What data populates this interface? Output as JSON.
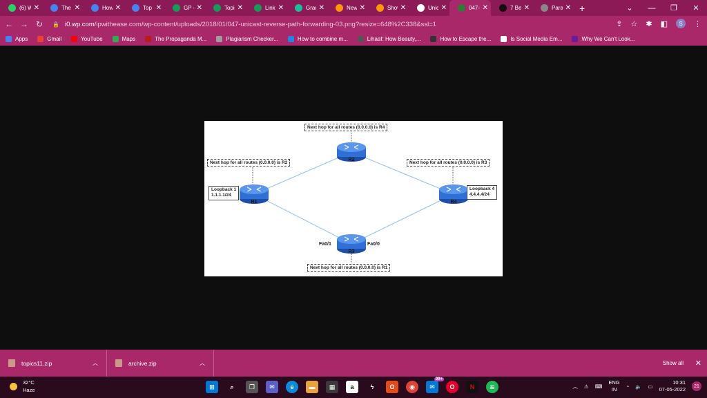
{
  "tabs": [
    {
      "title": "(6) W",
      "icon": "whatsapp-icon",
      "color": "#25d366"
    },
    {
      "title": "The",
      "icon": "docs-icon",
      "color": "#4285f4"
    },
    {
      "title": "How",
      "icon": "docs-icon",
      "color": "#4285f4"
    },
    {
      "title": "Top",
      "icon": "docs-icon",
      "color": "#4285f4"
    },
    {
      "title": "GP -",
      "icon": "sheets-icon",
      "color": "#0f9d58"
    },
    {
      "title": "Topi",
      "icon": "sheets-icon",
      "color": "#0f9d58"
    },
    {
      "title": "Link",
      "icon": "sheets-icon",
      "color": "#0f9d58"
    },
    {
      "title": "Gran",
      "icon": "grammarly-icon",
      "color": "#15c39a"
    },
    {
      "title": "New",
      "icon": "star-icon",
      "color": "#ff9800"
    },
    {
      "title": "Show",
      "icon": "star-icon",
      "color": "#ff9800"
    },
    {
      "title": "Unic",
      "icon": "google-icon",
      "color": "#ffffff"
    },
    {
      "title": "047-",
      "icon": "ipwithease-icon",
      "color": "#2e7d32"
    },
    {
      "title": "7 Be",
      "icon": "be-icon",
      "color": "#111111"
    },
    {
      "title": "Para",
      "icon": "pen-icon",
      "color": "#888888"
    }
  ],
  "active_tab": 11,
  "address": {
    "host": "i0.wp.com",
    "path": "/ipwithease.com/wp-content/uploads/2018/01/047-unicast-reverse-path-forwarding-03.png?resize=648%2C338&ssl=1"
  },
  "profile_initial": "S",
  "bookmarks": [
    {
      "label": "Apps",
      "icon": "apps-icon",
      "color": "#4285f4"
    },
    {
      "label": "Gmail",
      "icon": "gmail-icon",
      "color": "#ea4335"
    },
    {
      "label": "YouTube",
      "icon": "youtube-icon",
      "color": "#ff0000"
    },
    {
      "label": "Maps",
      "icon": "maps-icon",
      "color": "#34a853"
    },
    {
      "label": "The Propaganda M...",
      "icon": "bookmark-icon",
      "color": "#b71c1c"
    },
    {
      "label": "Plagiarism Checker...",
      "icon": "sst-icon",
      "color": "#9e9e9e"
    },
    {
      "label": "How to combine m...",
      "icon": "bookmark-icon",
      "color": "#1e88e5"
    },
    {
      "label": "Lihaaf: How Beauty,...",
      "icon": "bookmark-icon",
      "color": "#555555"
    },
    {
      "label": "How to Escape the...",
      "icon": "bookmark-icon",
      "color": "#333333"
    },
    {
      "label": "Is Social Media Em...",
      "icon": "f-icon",
      "color": "#ffffff"
    },
    {
      "label": "Why We Can't Look...",
      "icon": "bookmark-icon",
      "color": "#6a1b9a"
    }
  ],
  "diagram": {
    "labels": {
      "r2_top": "Next hop for all routes (0.0.0.0) is R4",
      "r1_note": "Next hop for all routes (0.0.0.0) is R2",
      "r4_note": "Next hop for all routes (0.0.0.0) is R3",
      "r3_bottom": "Next hop for all routes (0.0.0.0) is R1"
    },
    "loopback1_title": "Loopback 1",
    "loopback1_addr": "1.1.1.1/24",
    "loopback4_title": "Loopback 4",
    "loopback4_addr": "4.4.4.4/24",
    "routers": [
      "R1",
      "R2",
      "R3",
      "R4"
    ],
    "iface_left": "Fa0/1",
    "iface_right": "Fa0/0"
  },
  "downloads": [
    {
      "name": "topics11.zip"
    },
    {
      "name": "archive.zip"
    }
  ],
  "download_show_all": "Show all",
  "weather": {
    "temp": "32°C",
    "desc": "Haze"
  },
  "tray": {
    "lang": "ENG",
    "region": "IN",
    "time": "10:31",
    "date": "07-05-2022",
    "notif_count": "21",
    "mail_badge": "99+"
  }
}
